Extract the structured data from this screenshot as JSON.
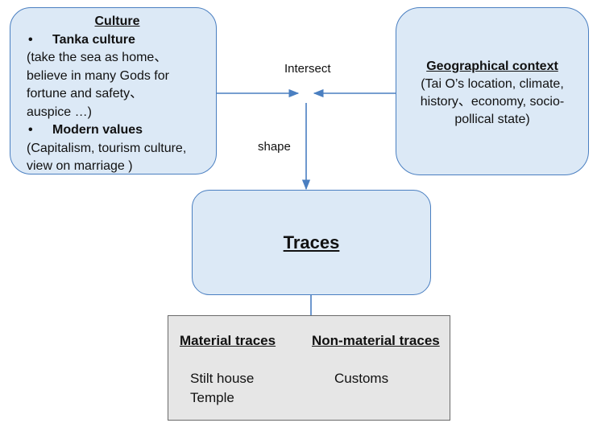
{
  "culture": {
    "title": "Culture",
    "sections": [
      {
        "bullet": "•",
        "heading": "Tanka culture",
        "lines": [
          "(take the sea as home、",
          "believe in many Gods for",
          "fortune and safety、",
          "auspice …)"
        ]
      },
      {
        "bullet": "•",
        "heading": "Modern values",
        "lines": [
          "(Capitalism, tourism culture,",
          "view on marriage )"
        ]
      }
    ]
  },
  "geo": {
    "title": "Geographical context",
    "lines": [
      "(Tai O’s location, climate,",
      "history、economy, socio-",
      "pollical state)"
    ]
  },
  "labels": {
    "intersect": "Intersect",
    "shape": "shape"
  },
  "traces": {
    "title": "Traces"
  },
  "bottom": {
    "material": {
      "heading": "Material traces",
      "items": [
        "Stilt house",
        "Temple"
      ]
    },
    "non_material": {
      "heading": "Non-material traces",
      "items": [
        "Customs"
      ]
    }
  },
  "colors": {
    "box_fill": "#dce9f6",
    "box_border": "#4a7fc1",
    "arrow": "#4a7fc1",
    "bottom_fill": "#e6e6e6"
  }
}
